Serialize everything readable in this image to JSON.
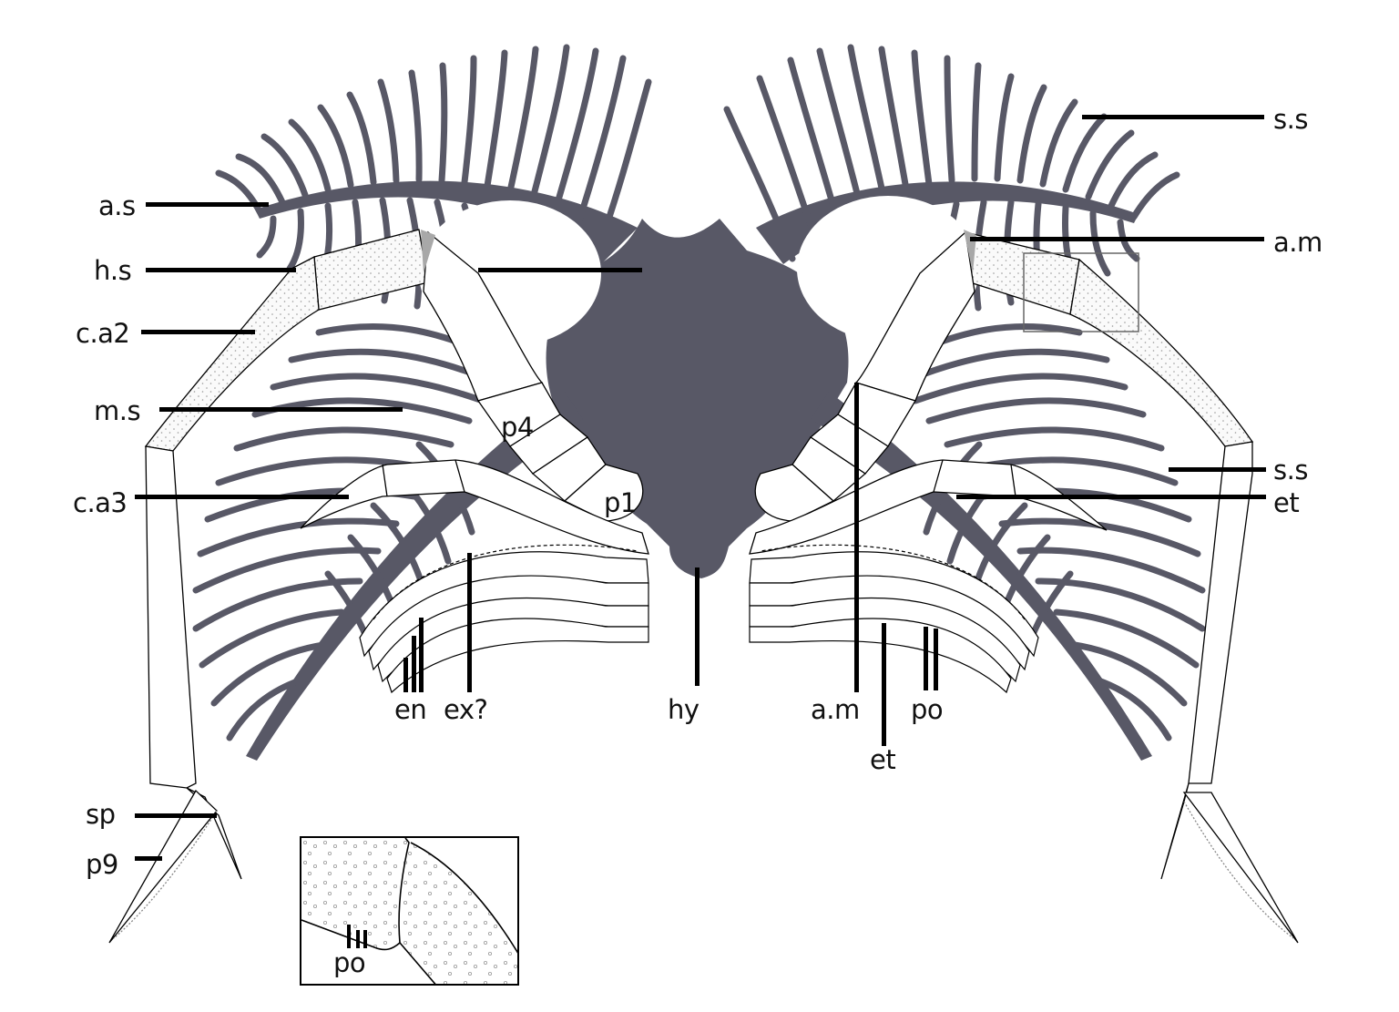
{
  "figure": {
    "type": "anatomical line drawing",
    "colors": {
      "body_fill": "#585866",
      "outline": "#000000",
      "stipple_fill": "#f0f0f0",
      "membrane_gray": "#a8a8a8",
      "background": "#ffffff"
    },
    "labels": {
      "as": "a.s",
      "hs": "h.s",
      "ca2": "c.a2",
      "ms": "m.s",
      "ca3": "c.a3",
      "sp": "sp",
      "p9": "p9",
      "p4": "p4",
      "p1": "p1",
      "en": "en",
      "ex": "ex?",
      "hy": "hy",
      "am_bottom": "a.m",
      "et_bottom": "et",
      "po_bottom": "po",
      "ss_top": "s.s",
      "am_right": "a.m",
      "ss_right": "s.s",
      "et_right": "et",
      "po_inset": "po"
    },
    "inset": {
      "description": "magnified detail of pore field at joint between h.s and c.a2",
      "label": "po"
    }
  }
}
